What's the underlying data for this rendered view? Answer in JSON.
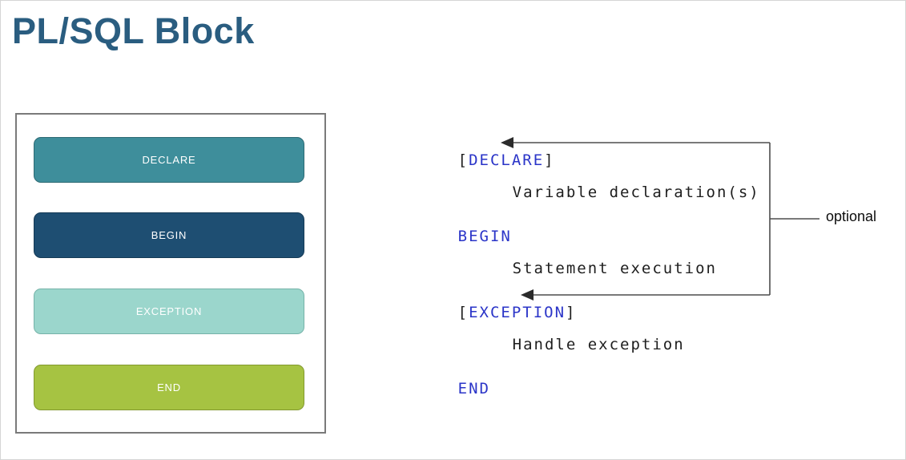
{
  "page": {
    "title": "PL/SQL Block",
    "title_color": "#2a5d80"
  },
  "flow": {
    "blocks": [
      {
        "label": "DECLARE",
        "fill": "#3e8e9b",
        "border": "#2d6a74"
      },
      {
        "label": "BEGIN",
        "fill": "#1e4e72",
        "border": "#153a56"
      },
      {
        "label": "EXCEPTION",
        "fill": "#9bd6cc",
        "border": "#76b3a9"
      },
      {
        "label": "END",
        "fill": "#a6c342",
        "border": "#82992f"
      }
    ]
  },
  "code": {
    "keyword_color": "#2b35c8",
    "text_color": "#1e1e1e",
    "lines": {
      "declare": {
        "open": "[",
        "keyword": "DECLARE",
        "close": "]"
      },
      "declare_body": "Variable declaration(s)",
      "begin": "BEGIN",
      "begin_body": "Statement execution",
      "exception": {
        "open": "[",
        "keyword": "EXCEPTION",
        "close": "]"
      },
      "exception_body": "Handle exception",
      "end": "END"
    }
  },
  "annotation": {
    "label": "optional",
    "arrow_color": "#4d4d4d"
  }
}
